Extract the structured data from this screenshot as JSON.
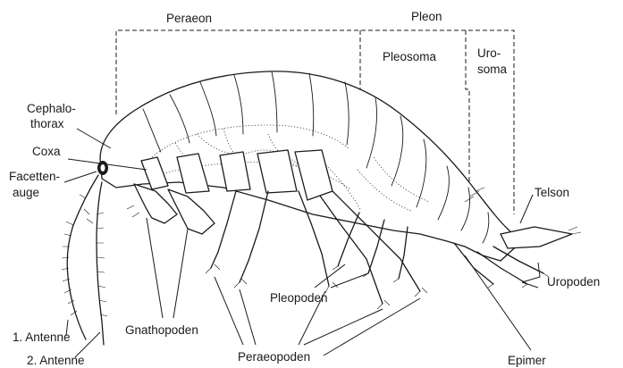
{
  "figure": {
    "labels": {
      "peraeon": "Peraeon",
      "pleon": "Pleon",
      "pleosoma": "Pleosoma",
      "urosoma_line1": "Uro-",
      "urosoma_line2": "soma",
      "cephalothorax_line1": "Cephalo-",
      "cephalothorax_line2": "thorax",
      "coxa": "Coxa",
      "facettenauge_line1": "Facetten-",
      "facettenauge_line2": "auge",
      "telson": "Telson",
      "uropoden": "Uropoden",
      "pleopoden": "Pleopoden",
      "antenne1": "1. Antenne",
      "antenne2": "2. Antenne",
      "gnathopoden": "Gnathopoden",
      "peraeopoden": "Peraeopoden",
      "epimer": "Epimer"
    }
  },
  "colors": {
    "ink": "#1a1a1a",
    "paper": "#ffffff"
  }
}
